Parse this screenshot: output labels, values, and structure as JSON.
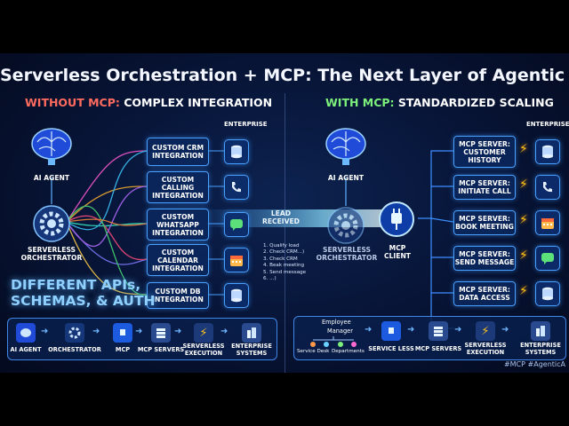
{
  "title": "Serverless Orchestration + MCP: The Next Layer of Agentic AI",
  "left": {
    "header_prefix": "WITHOUT MCP:",
    "header_rest": " COMPLEX INTEGRATION",
    "enterprise_label": "ENTERPRISE",
    "agent_label": "AI AGENT",
    "orchestrator_label_1": "SERVERLESS",
    "orchestrator_label_2": "ORCHESTRATOR",
    "integrations": [
      {
        "l1": "CUSTOM CRM",
        "l2": "INTEGRATION",
        "l3": ""
      },
      {
        "l1": "CUSTOM",
        "l2": "CALLING",
        "l3": "INTEGRATION"
      },
      {
        "l1": "CUSTOM",
        "l2": "WHATSAPP",
        "l3": "INTEGRATION"
      },
      {
        "l1": "CUSTOM",
        "l2": "CALENDAR",
        "l3": "INTEGRATION"
      },
      {
        "l1": "CUSTOM DB",
        "l2": "INTEGRATION",
        "l3": ""
      }
    ],
    "big_text_1": "DIFFERENT APIs,",
    "big_text_2": "SCHEMAS, & AUTH",
    "bottom": [
      "AI AGENT",
      "ORCHESTRATOR",
      "MCP",
      "MCP SERVERS",
      "SERVERLESS",
      "ENTERPRISE"
    ],
    "bottom_sub": [
      "",
      "",
      "",
      "",
      "EXECUTION",
      "SYSTEMS"
    ]
  },
  "middle": {
    "lead_1": "LEAD",
    "lead_2": "RECEIVED",
    "steps": [
      "1. Qualify load",
      "2. Check CRM...)",
      "3. Check CRM",
      "4. Beak meeting",
      "5. Send message",
      "6. ...)"
    ]
  },
  "right": {
    "header_prefix": "WITH MCP:",
    "header_rest": " STANDARDIZED SCALING",
    "enterprise_label": "ENTERPRISE",
    "agent_label": "AI AGENT",
    "orchestrator_label_1": "SERVERLESS",
    "orchestrator_label_2": "ORCHESTRATOR",
    "client_label_1": "MCP",
    "client_label_2": "CLIENT",
    "servers": [
      {
        "l1": "MCP SERVER:",
        "l2": "CUSTOMER",
        "l3": "HISTORY"
      },
      {
        "l1": "MCP SERVER:",
        "l2": "INITIATE CALL",
        "l3": ""
      },
      {
        "l1": "MCP SERVER:",
        "l2": "BOOK MEETING",
        "l3": ""
      },
      {
        "l1": "MCP SERVER:",
        "l2": "SEND MESSAGE",
        "l3": ""
      },
      {
        "l1": "MCP SERVER:",
        "l2": "DATA ACCESS",
        "l3": ""
      }
    ],
    "employee_1": "Employee",
    "employee_2": "Manager",
    "service_desk": "Service Desk",
    "departments": "Departments",
    "bottom": [
      "SERVICE LESS",
      "MCP SERVERS",
      "SERVERLESS",
      "ENTERPRISE"
    ],
    "bottom_sub": [
      "",
      "",
      "EXECUTION",
      "SYSTEMS"
    ]
  },
  "tags": "#MCP  #AgenticA",
  "colors": {
    "accent_blue": "#4aa0ff",
    "red": "#ff6b5e",
    "green": "#7cf07a",
    "bolt": "#ffc21a",
    "background": "#08163a"
  }
}
